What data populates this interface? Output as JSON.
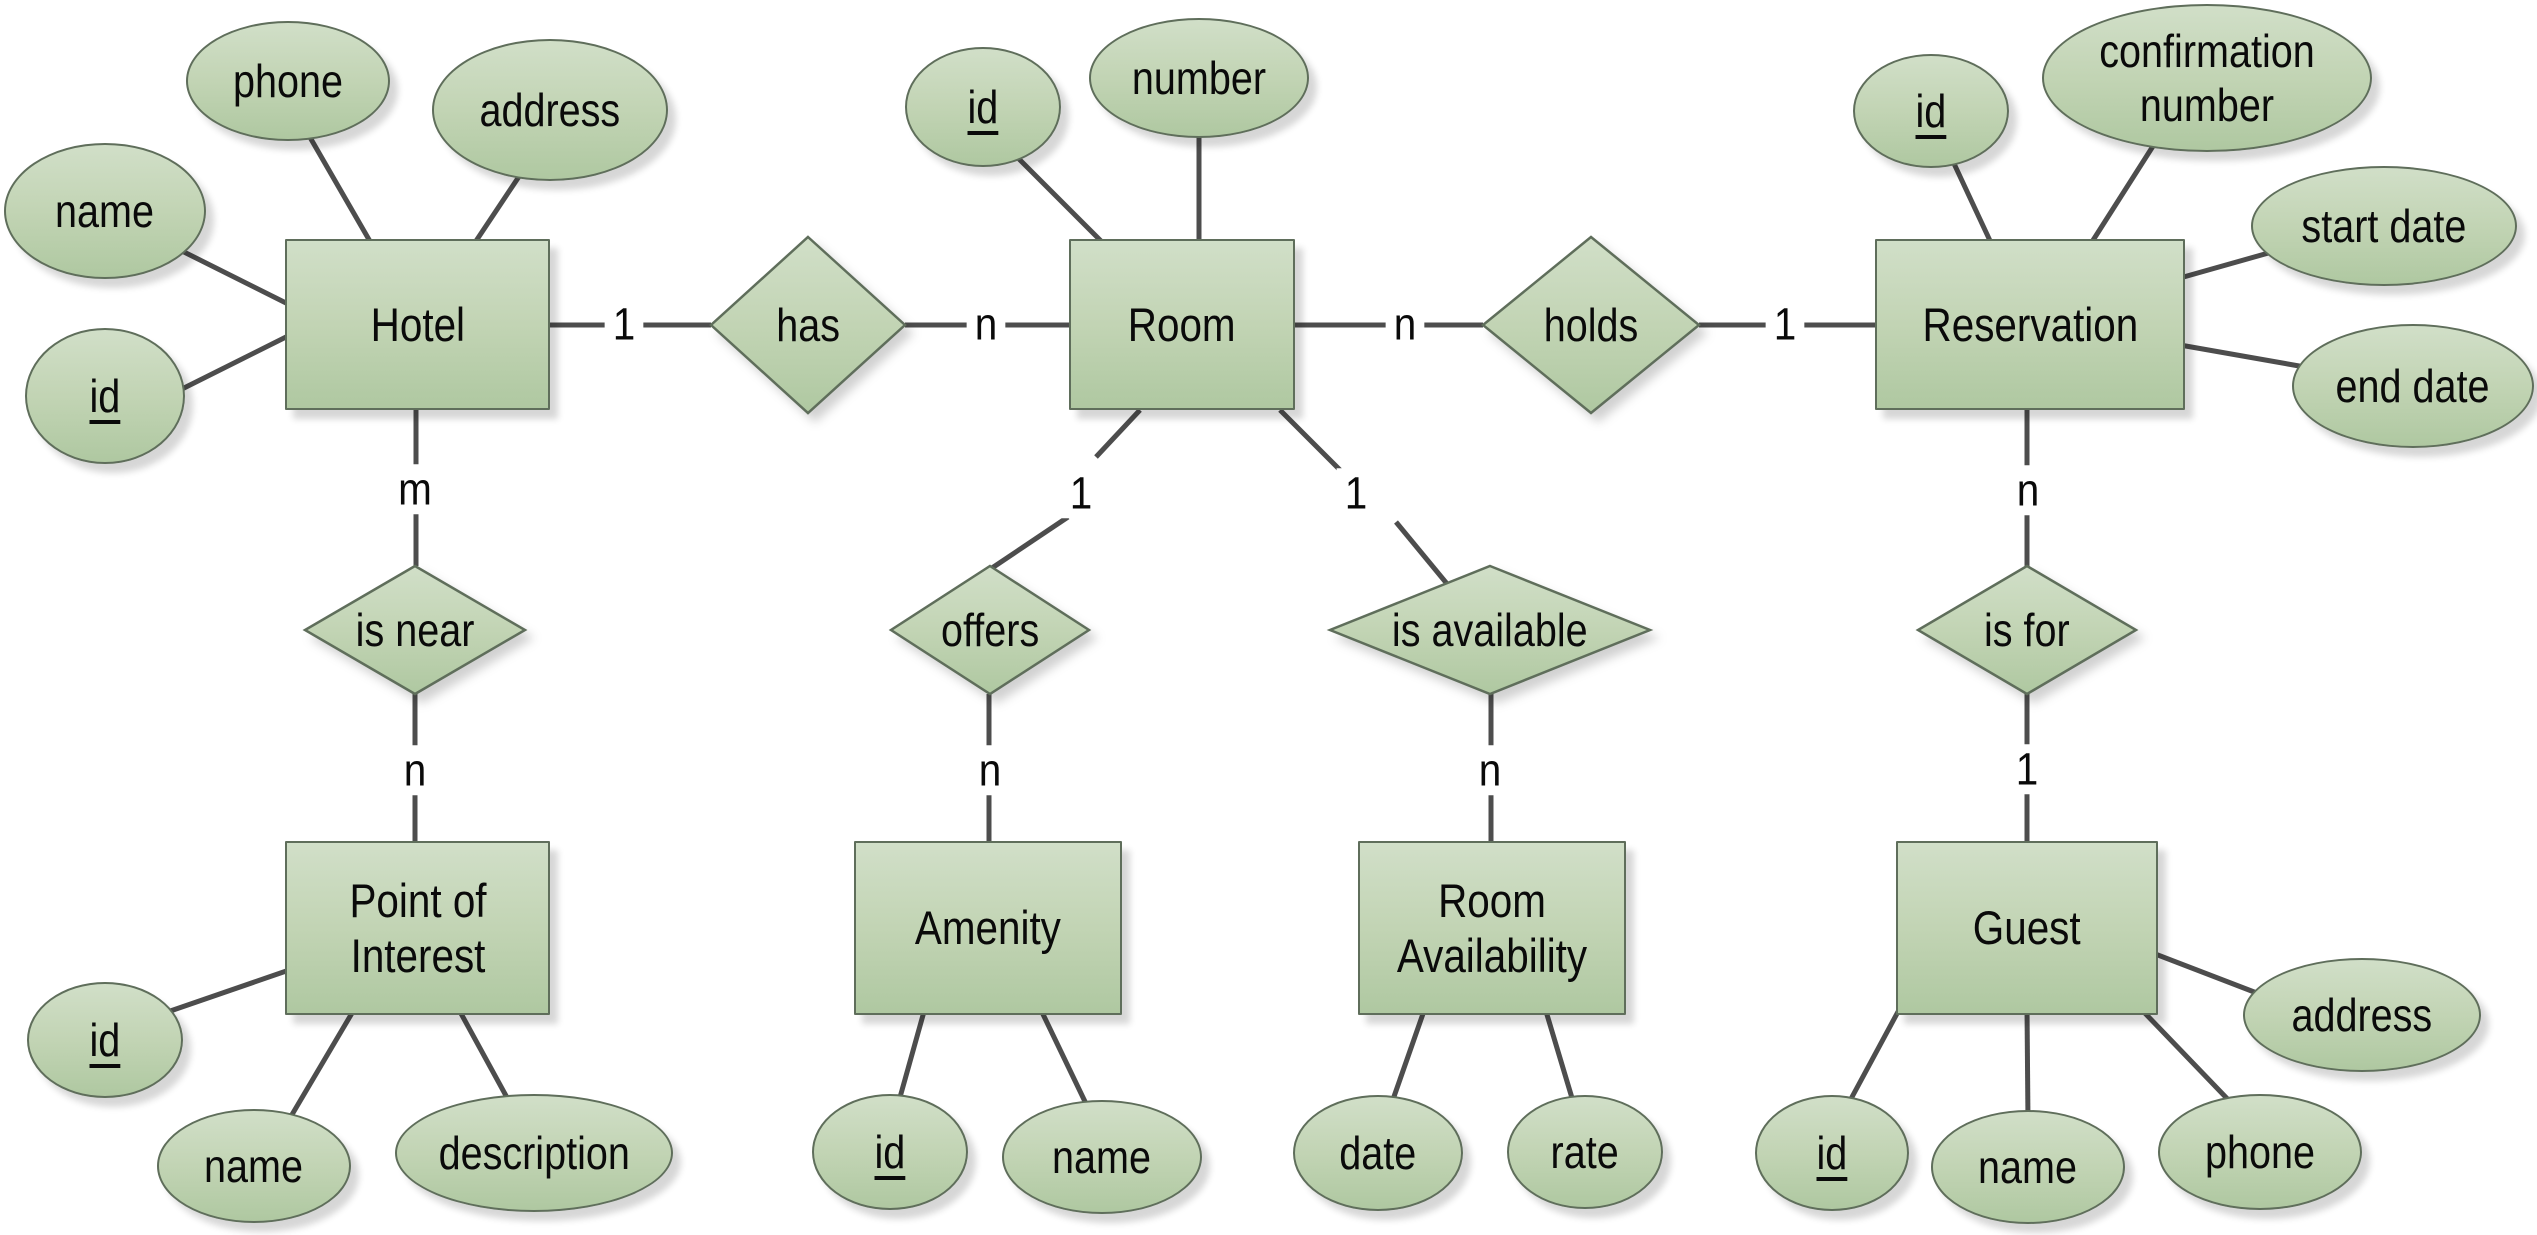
{
  "diagram": {
    "type": "entity-relationship",
    "subject": "hotel reservation data model",
    "colors": {
      "background": "#ffffff",
      "shape_fill_light": "#d1dfc8",
      "shape_fill_dark": "#afc8a1",
      "shape_border": "#5f6e5b",
      "connector": "#4d4d4d",
      "text": "#0a0a0a"
    },
    "entities": {
      "hotel": {
        "label": "Hotel"
      },
      "room": {
        "label": "Room"
      },
      "reservation": {
        "label": "Reservation"
      },
      "point_of_interest": {
        "label": "Point of Interest"
      },
      "amenity": {
        "label": "Amenity"
      },
      "room_availability": {
        "label": "Room Availability"
      },
      "guest": {
        "label": "Guest"
      }
    },
    "relationships": {
      "has": {
        "label": "has",
        "from": "Hotel",
        "to": "Room",
        "from_cardinality": "1",
        "to_cardinality": "n"
      },
      "holds": {
        "label": "holds",
        "from": "Room",
        "to": "Reservation",
        "from_cardinality": "n",
        "to_cardinality": "1"
      },
      "is_near": {
        "label": "is near",
        "from": "Hotel",
        "to": "Point of Interest",
        "from_cardinality": "m",
        "to_cardinality": "n"
      },
      "offers": {
        "label": "offers",
        "from": "Room",
        "to": "Amenity",
        "from_cardinality": "1",
        "to_cardinality": "n"
      },
      "is_available": {
        "label": "is available",
        "from": "Room",
        "to": "Room Availability",
        "from_cardinality": "1",
        "to_cardinality": "n"
      },
      "is_for": {
        "label": "is for",
        "from": "Reservation",
        "to": "Guest",
        "from_cardinality": "n",
        "to_cardinality": "1"
      }
    },
    "attributes": {
      "hotel": {
        "id": "id",
        "name": "name",
        "phone": "phone",
        "address": "address"
      },
      "room": {
        "id": "id",
        "number": "number"
      },
      "reservation": {
        "id": "id",
        "confirmation_number": "confirmation number",
        "start_date": "start date",
        "end_date": "end date"
      },
      "point_of_interest": {
        "id": "id",
        "name": "name",
        "description": "description"
      },
      "amenity": {
        "id": "id",
        "name": "name"
      },
      "room_availability": {
        "date": "date",
        "rate": "rate"
      },
      "guest": {
        "id": "id",
        "name": "name",
        "phone": "phone",
        "address": "address"
      }
    },
    "key_attributes": [
      "hotel.id",
      "room.id",
      "reservation.id",
      "point_of_interest.id",
      "amenity.id",
      "guest.id"
    ],
    "cardinalities": [
      "1",
      "n",
      "n",
      "1",
      "m",
      "n",
      "1",
      "1",
      "n",
      "n",
      "n",
      "1"
    ]
  }
}
